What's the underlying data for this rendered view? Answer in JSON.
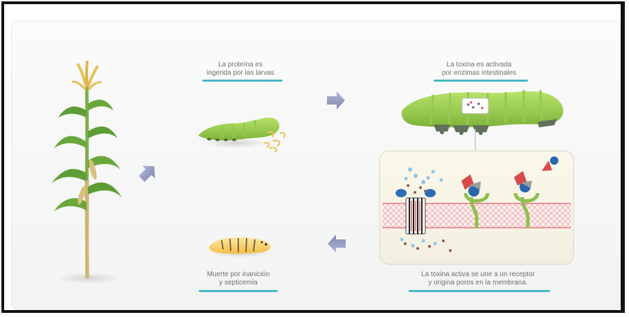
{
  "diagram": {
    "accent_color": "#45b8c2",
    "steps": [
      {
        "id": "ingest",
        "text": "La proteína es\ningerida por las larvas"
      },
      {
        "id": "activate",
        "text": "La toxina es activada\npor enzimas intestinales"
      },
      {
        "id": "bind",
        "text": "La toxina activa se une a un receptor\ny origina poros en la membrana."
      },
      {
        "id": "death",
        "text": "Muerte por inanición\ny septicemia"
      }
    ]
  }
}
